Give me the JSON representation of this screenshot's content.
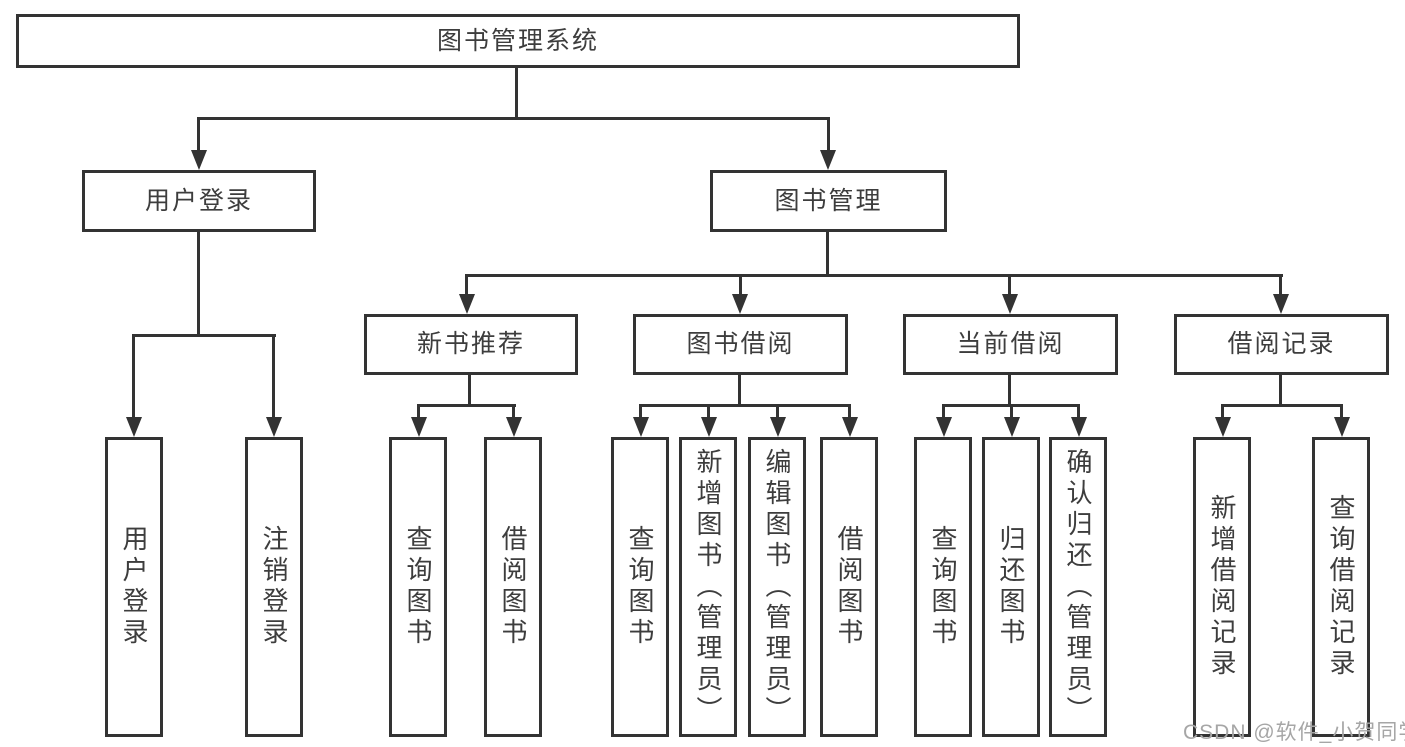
{
  "tree": {
    "root": "图书管理系统",
    "branches": [
      {
        "label": "用户登录",
        "leaves": [
          "用户登录",
          "注销登录"
        ]
      },
      {
        "label": "图书管理",
        "groups": [
          {
            "label": "新书推荐",
            "leaves": [
              "查询图书",
              "借阅图书"
            ]
          },
          {
            "label": "图书借阅",
            "leaves": [
              "查询图书",
              "新增图书（管理员）",
              "编辑图书（管理员）",
              "借阅图书"
            ]
          },
          {
            "label": "当前借阅",
            "leaves": [
              "查询图书",
              "归还图书",
              "确认归还（管理员）"
            ]
          },
          {
            "label": "借阅记录",
            "leaves": [
              "新增借阅记录",
              "查询借阅记录"
            ]
          }
        ]
      }
    ]
  },
  "watermark": "CSDN @软件_小贺同学",
  "colors": {
    "line": "#333333",
    "text": "#3d3d3d",
    "watermark": "#a6a6a6",
    "background": "#ffffff"
  }
}
